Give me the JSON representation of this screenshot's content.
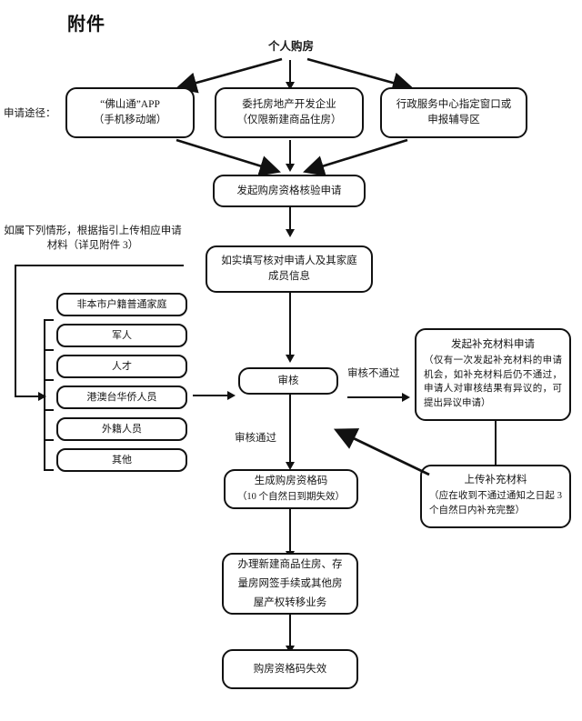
{
  "document": {
    "title": "附件",
    "start_node": "个人购房",
    "side_label_apply_channel": "申请途径：",
    "side_note": "如属下列情形，根据指引上传相应申请材料（详见附件 3）"
  },
  "channels": [
    {
      "line1": "“佛山通”APP",
      "line2": "（手机移动端）"
    },
    {
      "line1": "委托房地产开发企业",
      "line2": "（仅限新建商品住房）"
    },
    {
      "line1": "行政服务中心指定窗口或",
      "line2": "申报辅导区"
    }
  ],
  "flow": {
    "initiate": "发起购房资格核验申请",
    "fill_info_line1": "如实填写核对申请人及其家庭",
    "fill_info_line2": "成员信息",
    "review": "审核",
    "qualification_code_line1": "生成购房资格码",
    "qualification_code_line2": "（10 个自然日到期失效）",
    "transaction_line1": "办理新建商品住房、存",
    "transaction_line2": "量房网签手续或其他房",
    "transaction_line3": "屋产权转移业务",
    "expired": "购房资格码失效"
  },
  "edge_labels": {
    "review_fail": "审核不通过",
    "review_pass": "审核通过"
  },
  "supplement": {
    "request_title": "发起补充材料申请",
    "request_body": "（仅有一次发起补充材料的申请机会，如补充材料后仍不通过，申请人对审核结果有异议的，可提出异议申请）",
    "upload_title": "上传补充材料",
    "upload_body": "（应在收到不通过通知之日起 3 个自然日内补充完整）"
  },
  "categories": [
    "非本市户籍普通家庭",
    "军人",
    "人才",
    "港澳台华侨人员",
    "外籍人员",
    "其他"
  ],
  "colors": {
    "ink": "#111111",
    "background": "#ffffff"
  }
}
